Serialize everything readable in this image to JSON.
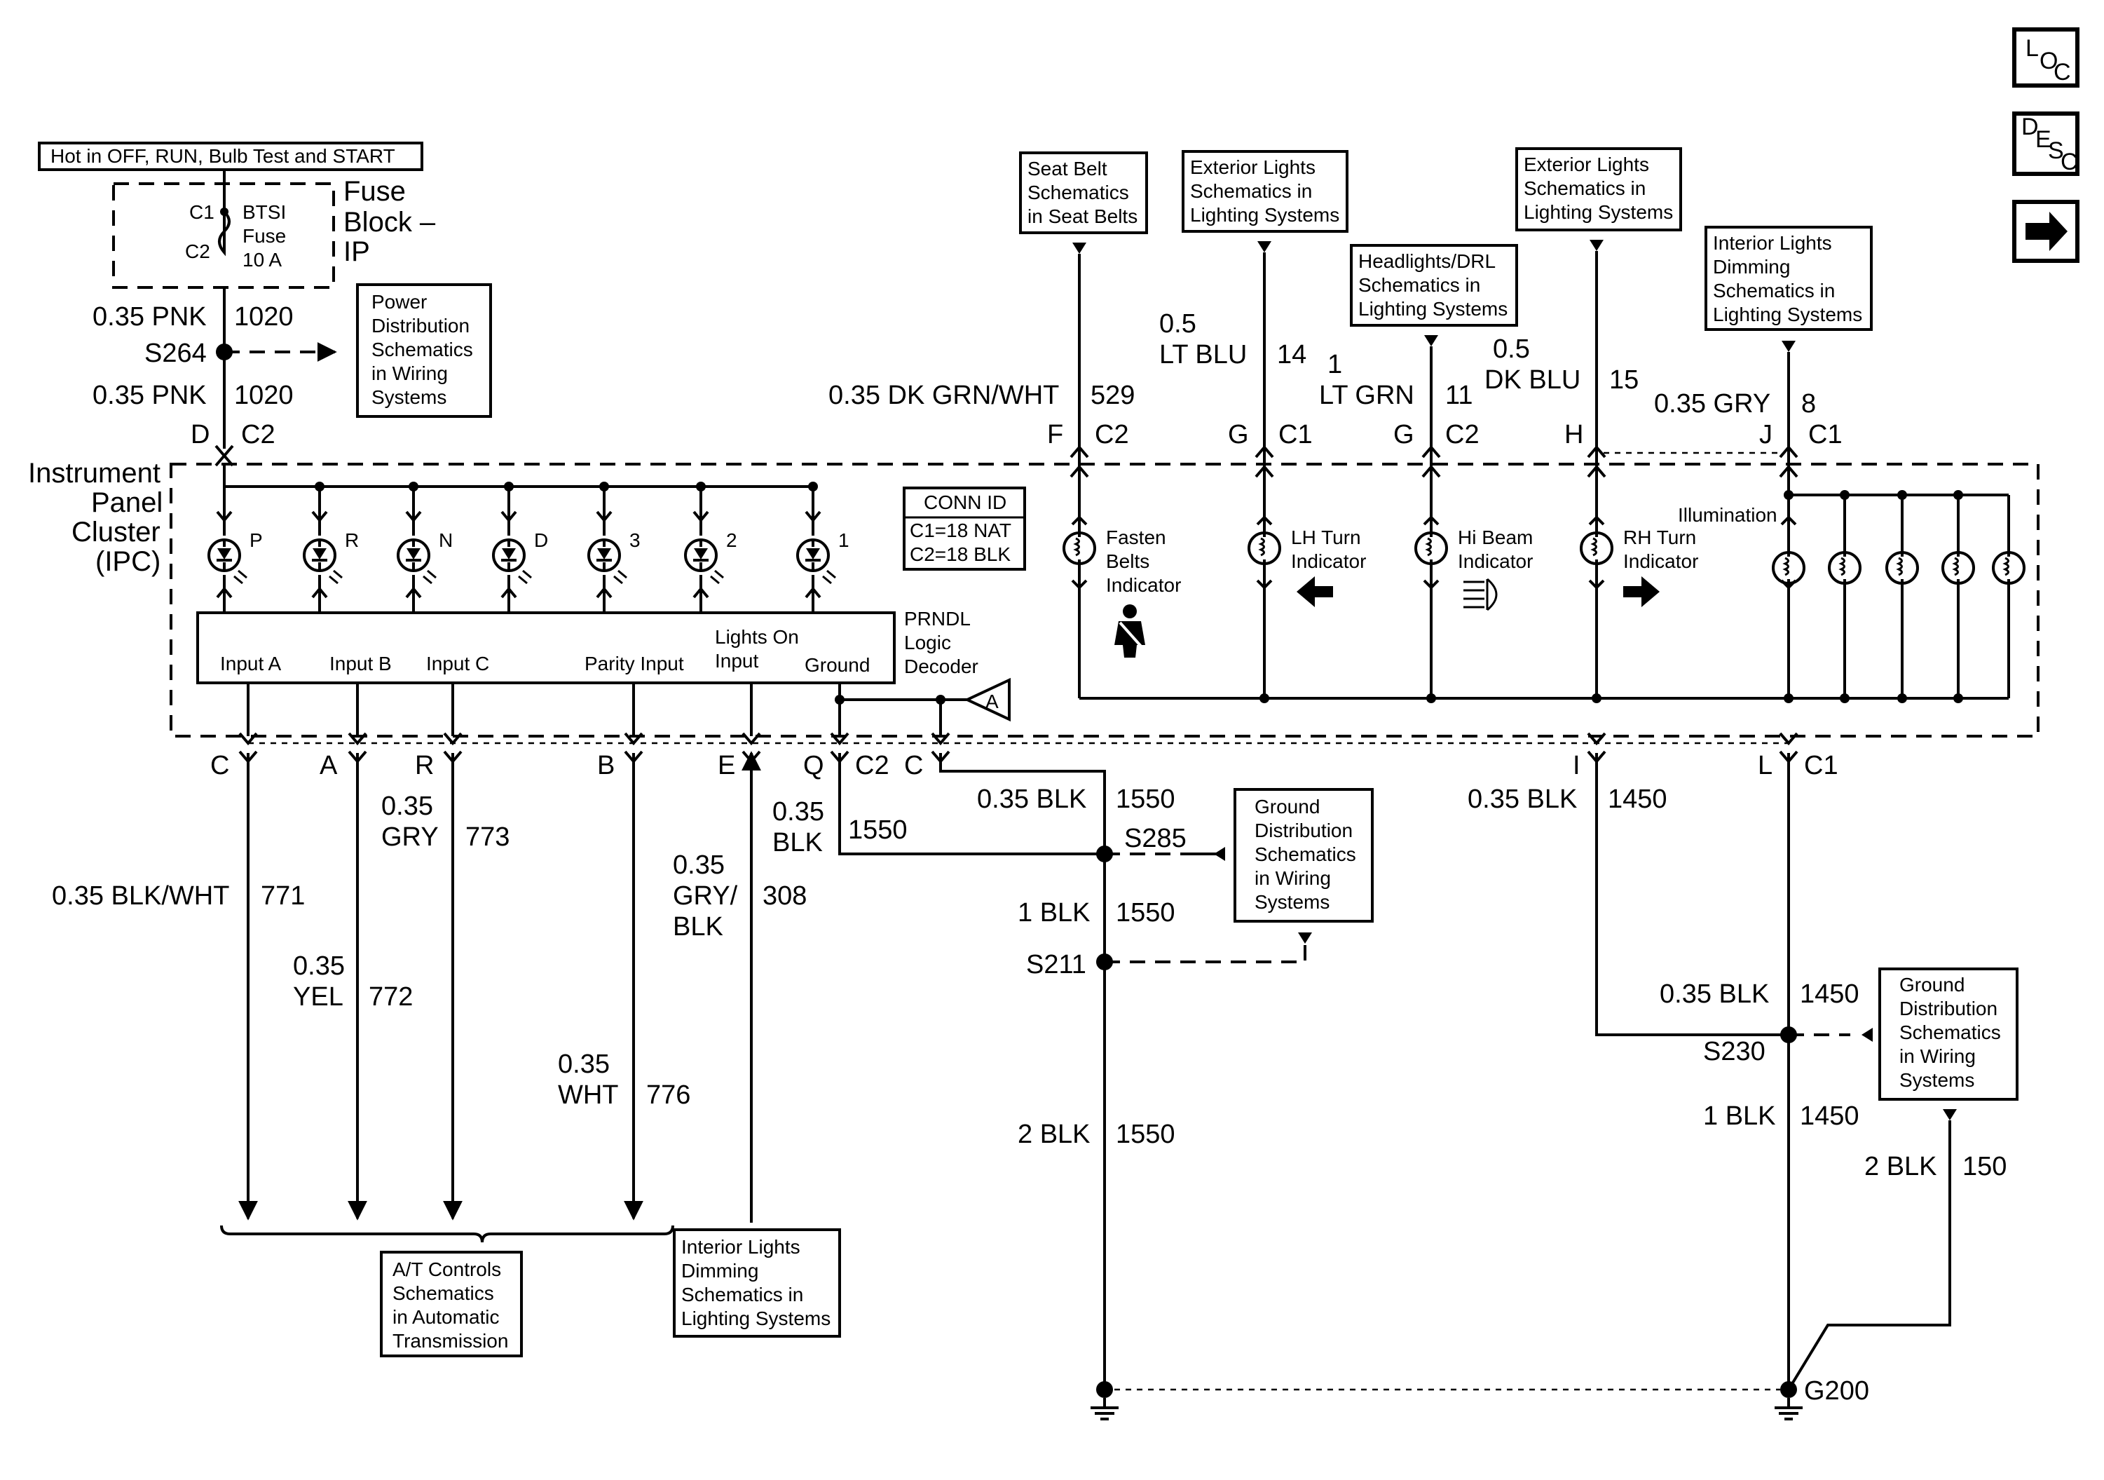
{
  "header": {
    "hot_label": "Hot in OFF, RUN, Bulb Test and START",
    "fuse_c1": "C1",
    "fuse_c2": "C2",
    "fuse_name": "BTSI",
    "fuse_word": "Fuse",
    "fuse_rating": "10 A",
    "fuse_block": [
      "Fuse",
      "Block –",
      "IP"
    ]
  },
  "nav": {
    "loc": [
      "L",
      "O",
      "C"
    ],
    "desc": [
      "D",
      "E",
      "S",
      "C"
    ],
    "next_icon": "arrow-right-icon"
  },
  "power": {
    "wire_top": "0.35 PNK",
    "circuit_top": "1020",
    "splice": "S264",
    "wire_bot": "0.35 PNK",
    "circuit_bot": "1020",
    "pin": "D",
    "conn": "C2",
    "ref": [
      "Power",
      "Distribution",
      "Schematics",
      "in Wiring",
      "Systems"
    ]
  },
  "ipc": {
    "title": [
      "Instrument",
      "Panel",
      "Cluster",
      "(IPC)"
    ],
    "prndl_leds": [
      "P",
      "R",
      "N",
      "D",
      "3",
      "2",
      "1"
    ],
    "conn_id": [
      "CONN ID",
      "C1=18 NAT",
      "C2=18 BLK"
    ],
    "decoder_inputs": [
      "Input A",
      "Input B",
      "Input C",
      "Parity Input",
      "Lights On",
      "Input",
      "Ground"
    ],
    "decoder_label": [
      "PRNDL",
      "Logic",
      "Decoder"
    ],
    "indicators": {
      "fasten": [
        "Fasten",
        "Belts",
        "Indicator"
      ],
      "lh": [
        "LH Turn",
        "Indicator"
      ],
      "hibeam": [
        "Hi Beam",
        "Indicator"
      ],
      "rh": [
        "RH Turn",
        "Indicator"
      ],
      "illum": "Illumination"
    },
    "callout_a": "A"
  },
  "top_circuits": {
    "seat": {
      "ref": [
        "Seat Belt",
        "Schematics",
        "in Seat Belts"
      ],
      "wire": "0.35 DK GRN/WHT",
      "circuit": "529",
      "pin": "F",
      "conn": "C2"
    },
    "ext1": {
      "ref": [
        "Exterior Lights",
        "Schematics in",
        "Lighting Systems"
      ],
      "wire": [
        "0.5",
        "LT BLU"
      ],
      "circuit": "14",
      "pin": "G",
      "conn": "C1"
    },
    "head": {
      "ref": [
        "Headlights/DRL",
        "Schematics in",
        "Lighting Systems"
      ],
      "wire": [
        "1",
        "LT GRN"
      ],
      "circuit": "11",
      "pin": "G",
      "conn": "C2"
    },
    "ext2": {
      "ref": [
        "Exterior Lights",
        "Schematics in",
        "Lighting Systems"
      ],
      "wire": [
        "0.5",
        "DK BLU"
      ],
      "circuit": "15",
      "pin": "H"
    },
    "dim": {
      "ref": [
        "Interior Lights",
        "Dimming",
        "Schematics in",
        "Lighting Systems"
      ],
      "wire": "0.35 GRY",
      "circuit": "8",
      "pin": "J",
      "conn": "C1"
    }
  },
  "bottom": {
    "pins": {
      "c": "C",
      "a": "A",
      "r": "R",
      "b": "B",
      "e": "E",
      "q": "Q",
      "c2": "C2",
      "cc": "C",
      "i": "I",
      "l": "L",
      "c1": "C1"
    },
    "w771": {
      "wire": "0.35 BLK/WHT",
      "circuit": "771"
    },
    "w772": {
      "wire": [
        "0.35",
        "YEL"
      ],
      "circuit": "772"
    },
    "w773": {
      "wire": [
        "0.35",
        "GRY"
      ],
      "circuit": "773"
    },
    "w776": {
      "wire": [
        "0.35",
        "WHT"
      ],
      "circuit": "776"
    },
    "w308": {
      "wire": [
        "0.35",
        "GRY/",
        "BLK"
      ],
      "circuit": "308"
    },
    "wq": {
      "wire": [
        "0.35",
        "BLK"
      ],
      "circuit": "1550"
    },
    "at_ref": [
      "A/T Controls",
      "Schematics",
      "in Automatic",
      "Transmission"
    ],
    "dim_ref": [
      "Interior Lights",
      "Dimming",
      "Schematics in",
      "Lighting Systems"
    ],
    "gnd1": {
      "w1": "0.35 BLK",
      "c1": "1550",
      "splice1": "S285",
      "w2": "1 BLK",
      "c2": "1550",
      "splice2": "S211",
      "w3": "2 BLK",
      "c3": "1550",
      "ref": [
        "Ground",
        "Distribution",
        "Schematics",
        "in Wiring",
        "Systems"
      ]
    },
    "gnd2": {
      "w1": "0.35 BLK",
      "c1": "1450",
      "w2": "0.35 BLK",
      "c2": "1450",
      "splice": "S230",
      "w3": "1 BLK",
      "c3": "1450",
      "w4": "2 BLK",
      "c4": "150",
      "ref": [
        "Ground",
        "Distribution",
        "Schematics",
        "in Wiring",
        "Systems"
      ]
    },
    "ground": "G200"
  }
}
